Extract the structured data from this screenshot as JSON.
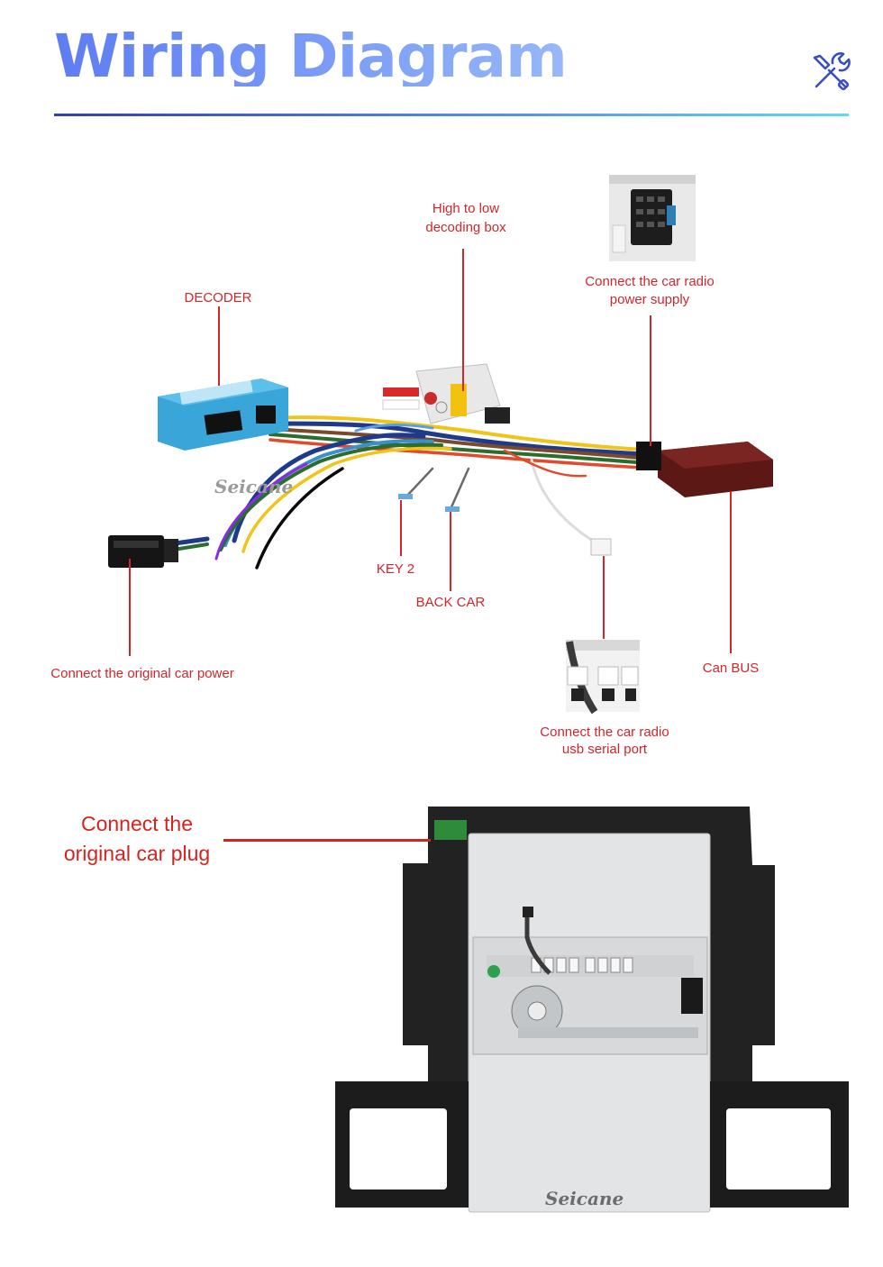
{
  "header": {
    "title": "Wiring Diagram",
    "icon": "tools-icon",
    "title_gradient": [
      "#5f7cf2",
      "#98b8f8"
    ],
    "rule_gradient": [
      "#3140a8",
      "#66d7ee"
    ]
  },
  "callout_color": "#d4262a",
  "callouts": {
    "decoder": "DECODER",
    "decoding_box_1": "High to low",
    "decoding_box_2": "decoding box",
    "power_supply_1": "Connect the car radio",
    "power_supply_2": "power supply",
    "original_power": "Connect the original car power",
    "key2": "KEY 2",
    "back_car": "BACK CAR",
    "can_bus": "Can BUS",
    "usb_1": "Connect the car radio",
    "usb_2": "usb serial port",
    "car_plug_1": "Connect the",
    "car_plug_2": "original car plug"
  },
  "watermarks": {
    "harness": "Seicane",
    "unit": "Seicane"
  }
}
